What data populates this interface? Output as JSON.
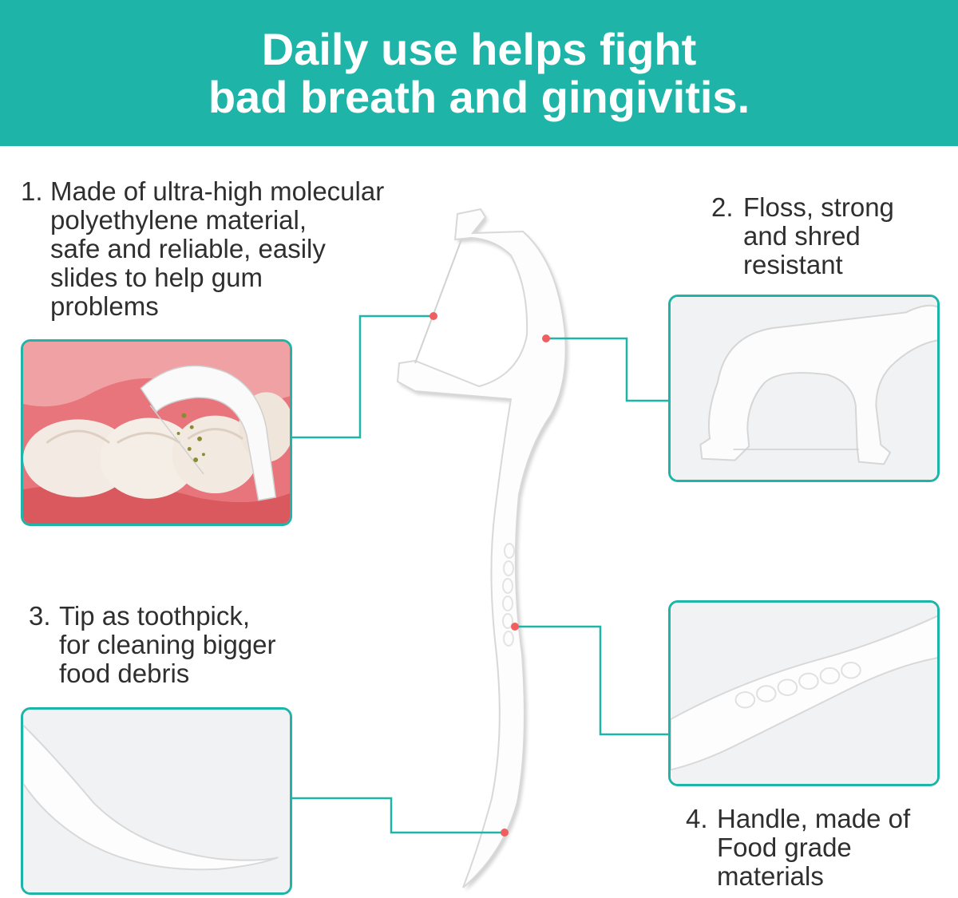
{
  "headline": {
    "line1": "Daily use helps fight",
    "line2": "bad breath and gingivitis."
  },
  "colors": {
    "accent": "#1fb4a8",
    "marker": "#ef5f61",
    "floss_pick": "#ffffff"
  },
  "features": [
    {
      "number": "1.",
      "lines": [
        "Made of ultra-high molecular",
        "polyethylene material,",
        "safe and reliable, easily",
        "slides to help gum",
        "problems"
      ],
      "image": "floss pick cleaning between molars"
    },
    {
      "number": "2.",
      "lines": [
        "Floss, strong",
        "and shred",
        "resistant"
      ],
      "image": "floss head close-up"
    },
    {
      "number": "3.",
      "lines": [
        "Tip as toothpick,",
        "for cleaning bigger",
        "food debris"
      ],
      "image": "toothpick tip close-up"
    },
    {
      "number": "4.",
      "lines": [
        "Handle, made of",
        "Food grade",
        "materials"
      ],
      "image": "handle close-up"
    }
  ]
}
